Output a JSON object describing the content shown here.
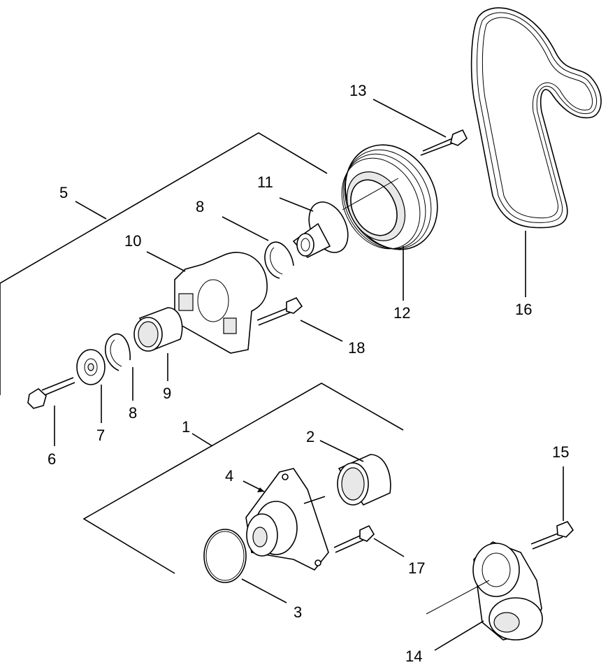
{
  "callouts": [
    {
      "id": "c1",
      "text": "1"
    },
    {
      "id": "c2",
      "text": "2"
    },
    {
      "id": "c3",
      "text": "3"
    },
    {
      "id": "c4",
      "text": "4"
    },
    {
      "id": "c5",
      "text": "5"
    },
    {
      "id": "c6",
      "text": "6"
    },
    {
      "id": "c7",
      "text": "7"
    },
    {
      "id": "c8a",
      "text": "8"
    },
    {
      "id": "c8b",
      "text": "8"
    },
    {
      "id": "c9",
      "text": "9"
    },
    {
      "id": "c10",
      "text": "10"
    },
    {
      "id": "c11",
      "text": "11"
    },
    {
      "id": "c12",
      "text": "12"
    },
    {
      "id": "c13",
      "text": "13"
    },
    {
      "id": "c14",
      "text": "14"
    },
    {
      "id": "c15",
      "text": "15"
    },
    {
      "id": "c16",
      "text": "16"
    },
    {
      "id": "c17",
      "text": "17"
    },
    {
      "id": "c18",
      "text": "18"
    }
  ]
}
